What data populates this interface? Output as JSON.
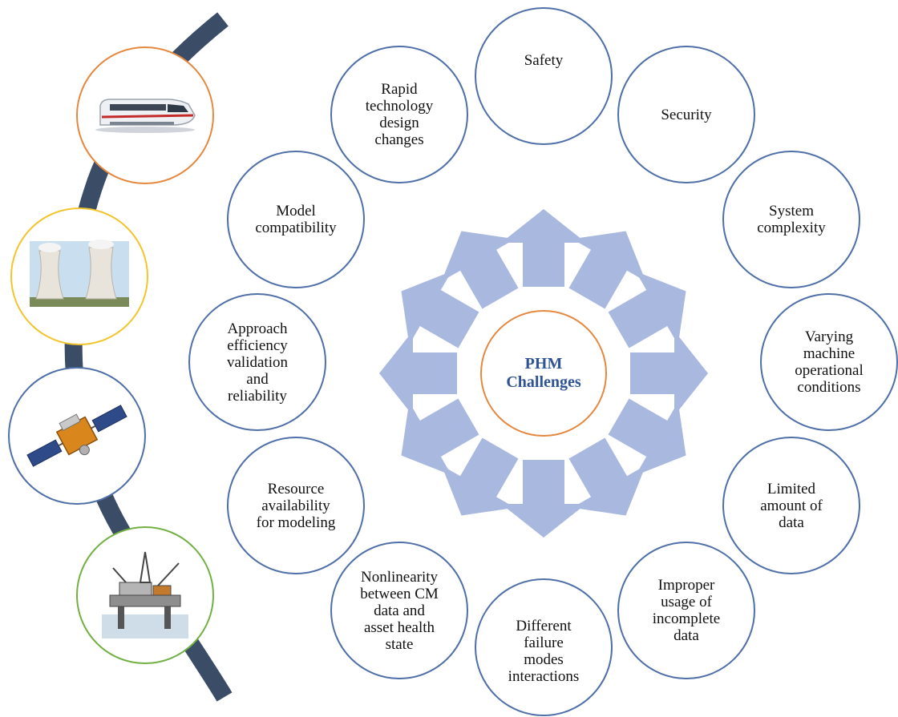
{
  "center": {
    "label": "PHM\nChallenges"
  },
  "challenges": [
    {
      "key": "safety",
      "label": "Safety"
    },
    {
      "key": "security",
      "label": "Security"
    },
    {
      "key": "system-complexity",
      "label": "System\ncomplexity"
    },
    {
      "key": "varying-conditions",
      "label": "Varying\nmachine\noperational\nconditions"
    },
    {
      "key": "limited-data",
      "label": "Limited\namount of\ndata"
    },
    {
      "key": "improper-usage",
      "label": "Improper\nusage of\nincomplete\ndata"
    },
    {
      "key": "failure-modes",
      "label": "Different\nfailure\nmodes\ninteractions"
    },
    {
      "key": "nonlinearity",
      "label": "Nonlinearity\nbetween CM\ndata and\nasset health\nstate"
    },
    {
      "key": "resource-availability",
      "label": "Resource\navailability\nfor modeling"
    },
    {
      "key": "approach-efficiency",
      "label": "Approach\nefficiency\nvalidation\nand\nreliability"
    },
    {
      "key": "model-compatibility",
      "label": "Model\ncompatibility"
    },
    {
      "key": "rapid-technology",
      "label": "Rapid\ntechnology\ndesign\nchanges"
    }
  ],
  "side_images": [
    {
      "subject": "high-speed-train",
      "ring_color": "#e5883f"
    },
    {
      "subject": "cooling-towers",
      "ring_color": "#f2c52d"
    },
    {
      "subject": "satellite",
      "ring_color": "#4f6fa8"
    },
    {
      "subject": "offshore-oil-platform",
      "ring_color": "#72b043"
    }
  ],
  "colors": {
    "arrow": "#a9b8de",
    "circle_border": "#4f6fa8",
    "center_border": "#e5883f",
    "center_text": "#2f5496",
    "curve": "#3b4d66"
  }
}
